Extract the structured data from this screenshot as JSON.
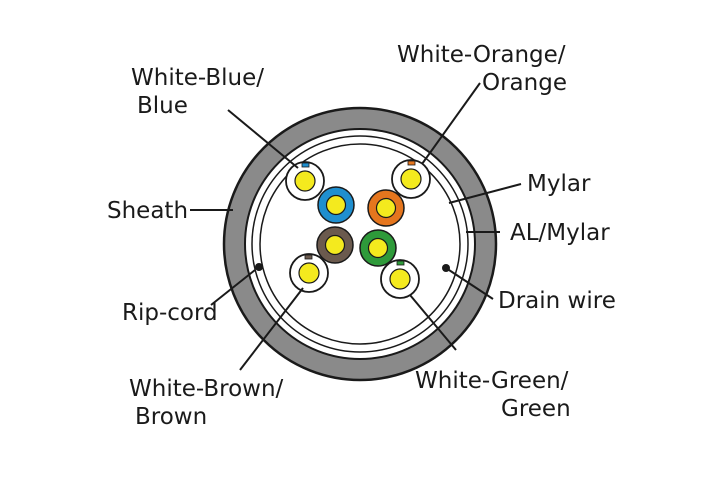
{
  "labels": {
    "white_blue": [
      "White-Blue/",
      "Blue"
    ],
    "white_orange": [
      "White-Orange/",
      "Orange"
    ],
    "mylar": "Mylar",
    "sheath": "Sheath",
    "al_mylar": "AL/Mylar",
    "rip_cord": "Rip-cord",
    "drain_wire": "Drain wire",
    "white_brown": [
      "White-Brown/",
      "Brown"
    ],
    "white_green": [
      "White-Green/",
      "Green"
    ]
  },
  "colors": {
    "sheath": "#8a8a8a",
    "line": "#1a1a1a",
    "conductor": "#f4ea1e",
    "blue": "#1f8fcf",
    "orange": "#e5761e",
    "brown": "#6b5a4e",
    "green": "#2e9a3a",
    "white": "#ffffff",
    "stripe_blue": "#1f8fcf",
    "stripe_orange": "#e5761e",
    "stripe_brown": "#6b5a4e",
    "stripe_green": "#2e9a3a"
  }
}
